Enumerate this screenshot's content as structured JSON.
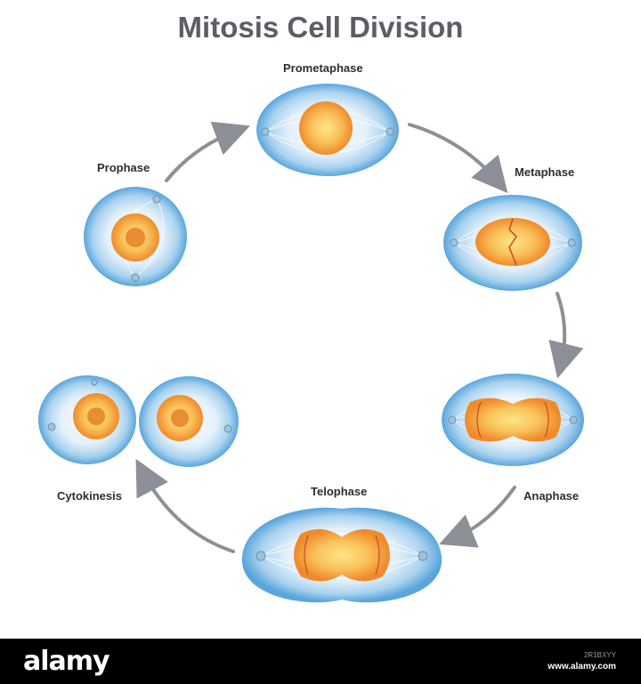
{
  "title": "Mitosis Cell Division",
  "stages": {
    "prometaphase": "Prometaphase",
    "prophase": "Prophase",
    "metaphase": "Metaphase",
    "anaphase": "Anaphase",
    "telophase": "Telophase",
    "cytokinesis": "Cytokinesis"
  },
  "footer": {
    "logo": "alamy",
    "image_id": "2R1BXYY",
    "site": "www.alamy.com"
  },
  "colors": {
    "cell_outer": "#6fb3e0",
    "cell_inner": "#e6f2fb",
    "nucleus": "#f29a3a",
    "nucleus_core": "#fce07a",
    "arrow": "#8c8f96"
  }
}
